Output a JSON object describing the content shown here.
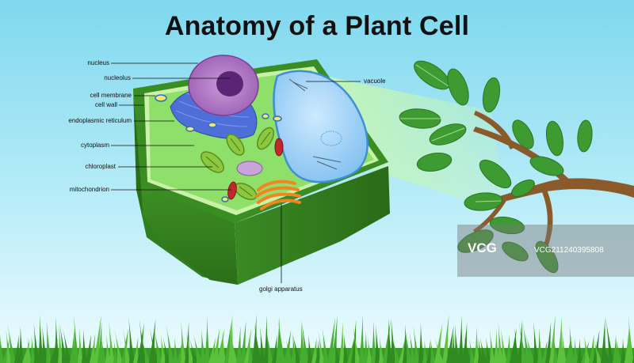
{
  "title": "Anatomy of a Plant Cell",
  "labels": {
    "nucleus": "nucleus",
    "nucleolus": "nucleolus",
    "cell_membrane": "cell membrane",
    "cell_wall": "cell wall",
    "endoplasmic_reticulum": "endoplasmic  reticulum",
    "cytoplasm": "cytoplasm",
    "chloroplast": "chloroplast",
    "mitochondrion": "mitochondrion",
    "vacuole": "vacuole",
    "golgi_apparatus": "golgi apparatus"
  },
  "watermark": {
    "brand": "VCG",
    "id": "VCG211240395808"
  },
  "colors": {
    "sky_top": "#7fd8ee",
    "sky_bottom": "#e9fbff",
    "cell_wall_dark": "#2f7f1e",
    "cytoplasm": "#8ee06b",
    "vacuole": "#9fd3f7",
    "nucleus": "#a569bd",
    "er": "#4f6fd8",
    "golgi": "#f5841f",
    "mitochondrion": "#c0282d",
    "grass": "#3fa32a",
    "branch": "#8b5a2b",
    "leaf": "#3d9b32"
  }
}
